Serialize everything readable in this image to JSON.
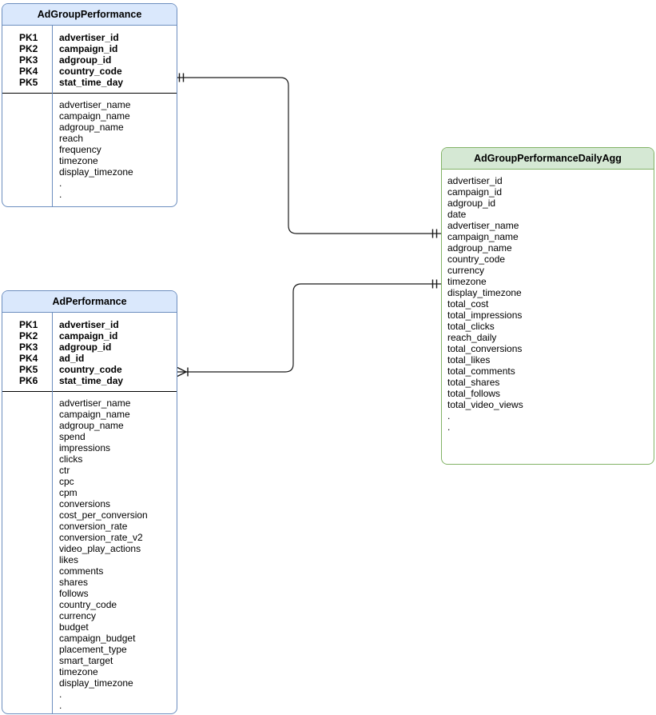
{
  "diagram": {
    "type": "entity-relationship",
    "theme": {
      "blue_fill": "#dae8fc",
      "blue_border": "#6c8ebf",
      "green_fill": "#d5e8d4",
      "green_border": "#82b366",
      "line_color": "#1a1a1a",
      "background": "#ffffff"
    },
    "tables": [
      {
        "title": "AdGroupPerformance",
        "theme": "blue",
        "pk_rows": [
          [
            "PK1",
            "advertiser_id"
          ],
          [
            "PK2",
            "campaign_id"
          ],
          [
            "PK3",
            "adgroup_id"
          ],
          [
            "PK4",
            "country_code"
          ],
          [
            "PK5",
            "stat_time_day"
          ]
        ],
        "fields": [
          "advertiser_name",
          "campaign_name",
          "adgroup_name",
          "reach",
          "frequency",
          "timezone",
          "display_timezone",
          ".",
          "."
        ]
      },
      {
        "title": "AdPerformance",
        "theme": "blue",
        "pk_rows": [
          [
            "PK1",
            "advertiser_id"
          ],
          [
            "PK2",
            "campaign_id"
          ],
          [
            "PK3",
            "adgroup_id"
          ],
          [
            "PK4",
            "ad_id"
          ],
          [
            "PK5",
            "country_code"
          ],
          [
            "PK6",
            "stat_time_day"
          ]
        ],
        "fields": [
          "advertiser_name",
          "campaign_name",
          "adgroup_name",
          "spend",
          "impressions",
          "clicks",
          "ctr",
          "cpc",
          "cpm",
          "conversions",
          "cost_per_conversion",
          "conversion_rate",
          "conversion_rate_v2",
          "video_play_actions",
          "likes",
          "comments",
          "shares",
          "follows",
          "country_code",
          "currency",
          "budget",
          "campaign_budget",
          "placement_type",
          "smart_target",
          "timezone",
          "display_timezone",
          ".",
          "."
        ]
      },
      {
        "title": "AdGroupPerformanceDailyAgg",
        "theme": "green",
        "pk_rows": [],
        "fields": [
          "advertiser_id",
          "campaign_id",
          "adgroup_id",
          "date",
          "advertiser_name",
          "campaign_name",
          "adgroup_name",
          "country_code",
          "currency",
          "timezone",
          "display_timezone",
          "total_cost",
          "total_impressions",
          "total_clicks",
          "reach_daily",
          "total_conversions",
          "total_likes",
          "total_comments",
          "total_shares",
          "total_follows",
          "total_video_views",
          ".",
          "."
        ]
      }
    ],
    "relationships": [
      {
        "from": "AdGroupPerformance",
        "to": "AdGroupPerformanceDailyAgg",
        "from_cardinality": "one-and-only-one",
        "to_cardinality": "one-and-only-one"
      },
      {
        "from": "AdPerformance",
        "to": "AdGroupPerformanceDailyAgg",
        "from_cardinality": "one-or-many",
        "to_cardinality": "one-and-only-one"
      }
    ]
  }
}
